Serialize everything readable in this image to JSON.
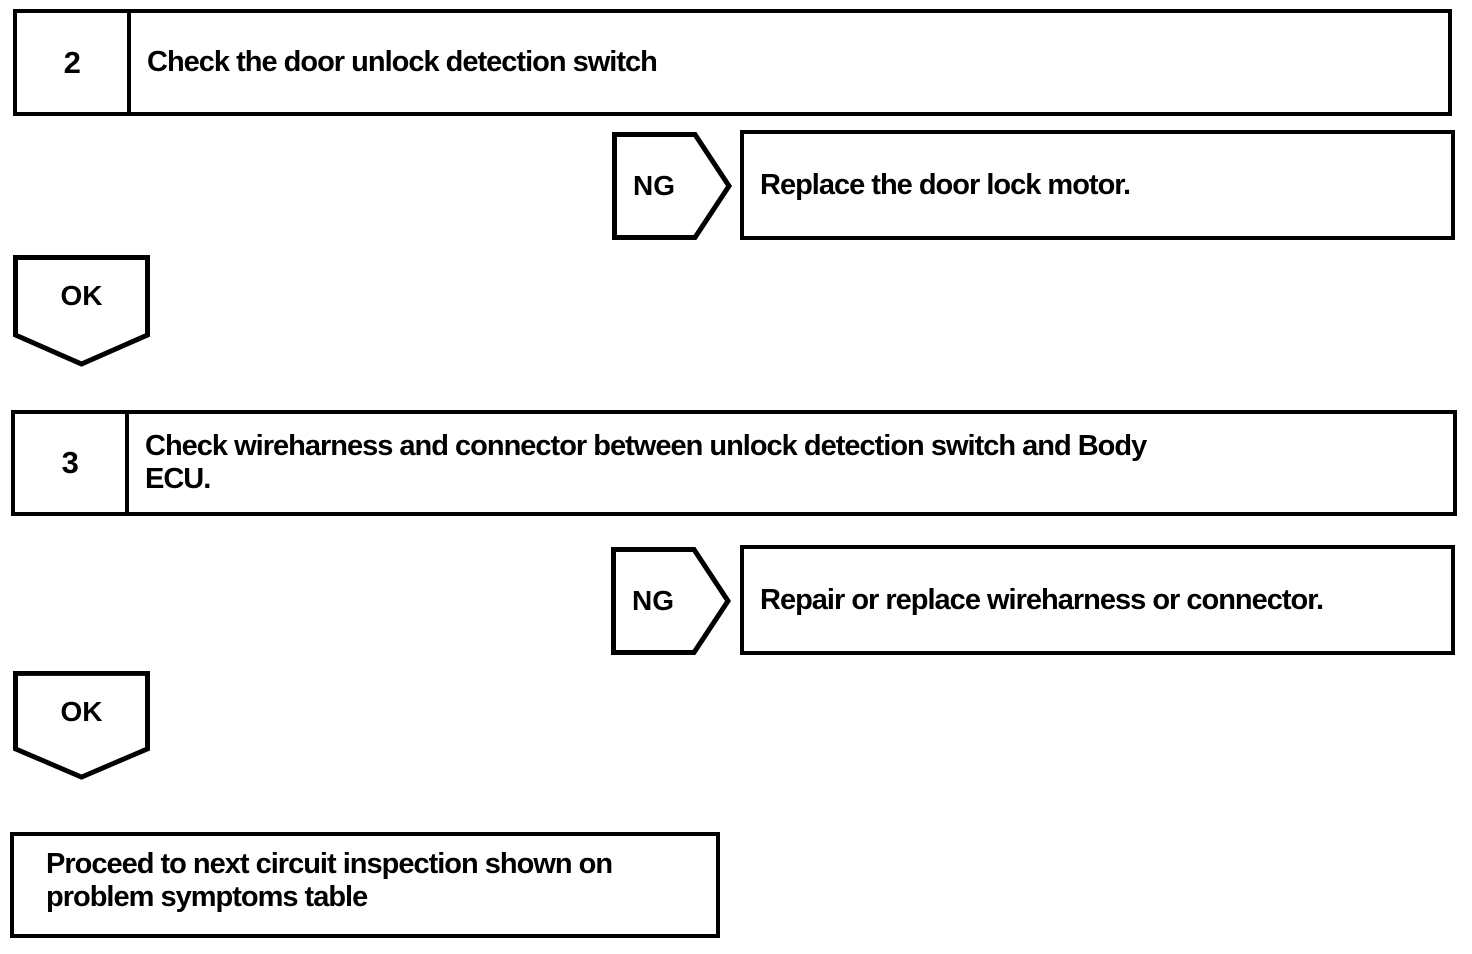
{
  "colors": {
    "ink": "#000000",
    "paper": "#ffffff"
  },
  "flowchart": {
    "labels": {
      "ng": "NG",
      "ok": "OK"
    },
    "steps": [
      {
        "number": "2",
        "title": "Check the door unlock detection switch",
        "title_lines": [
          "Check the door unlock detection switch"
        ]
      },
      {
        "number": "3",
        "title": "Check wireharness and connector between unlock detection switch and Body ECU.",
        "title_lines": [
          "Check wireharness and connector between unlock detection switch and Body",
          "ECU."
        ]
      }
    ],
    "ng_results": [
      "Replace the door lock motor.",
      "Repair or replace wireharness or connector."
    ],
    "final_box": {
      "text": "Proceed to next circuit inspection shown on problem symptoms table",
      "lines": [
        "Proceed to next circuit inspection shown on",
        "problem symptoms table"
      ]
    }
  }
}
